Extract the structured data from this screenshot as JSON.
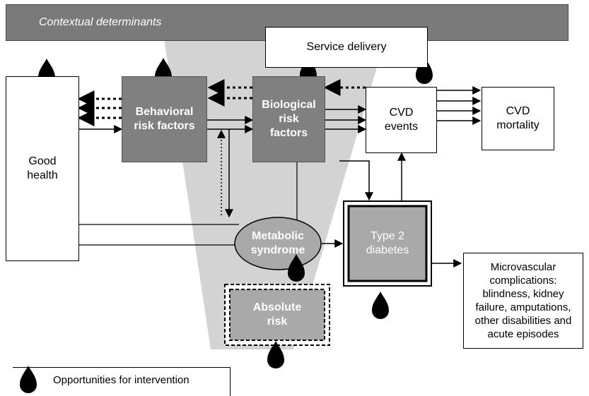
{
  "header": {
    "title": "Contextual determinants"
  },
  "nodes": {
    "service_delivery": "Service delivery",
    "good_health": "Good health",
    "behavioral": "Behavioral risk factors",
    "biological": "Biological risk factors",
    "cvd_events": "CVD events",
    "cvd_mortality": "CVD mortality",
    "metabolic": "Metabolic syndrome",
    "type2": "Type 2 diabetes",
    "absolute_risk": "Absolute risk",
    "microvascular": "Microvascular complications: blindness, kidney failure, amputations, other disabilities and acute episodes"
  },
  "legend": {
    "label": "Opportunities for intervention",
    "icon": "drop-icon"
  },
  "colors": {
    "dark_fill": "#808080",
    "funnel": "#d3d3d3",
    "bar": "#7a7a7a"
  }
}
